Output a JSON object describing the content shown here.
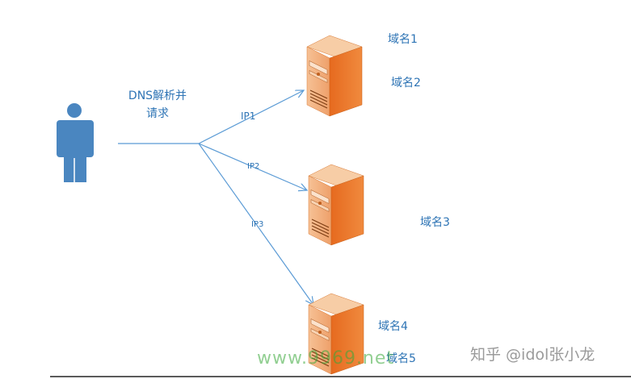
{
  "user": {
    "icon": "person-icon",
    "color": "#4a86c0"
  },
  "caption": {
    "line1": "DNS解析并",
    "line2": "请求"
  },
  "connections": [
    {
      "label": "IP1"
    },
    {
      "label": "IP2"
    },
    {
      "label": "IP3"
    }
  ],
  "servers": [
    {
      "icon": "server-icon",
      "domains": [
        "域名1",
        "域名2"
      ]
    },
    {
      "icon": "server-icon",
      "domains": [
        "域名3"
      ]
    },
    {
      "icon": "server-icon",
      "domains": [
        "域名4",
        "域名5"
      ]
    }
  ],
  "colors": {
    "line": "#5b9bd5",
    "text": "#2e74b5",
    "server_front": "#e8742a",
    "server_side": "#f2b27e",
    "server_top": "#f7cda6"
  },
  "watermarks": {
    "site": "www.9969.net",
    "zhihu": "知乎 @idol张小龙"
  }
}
